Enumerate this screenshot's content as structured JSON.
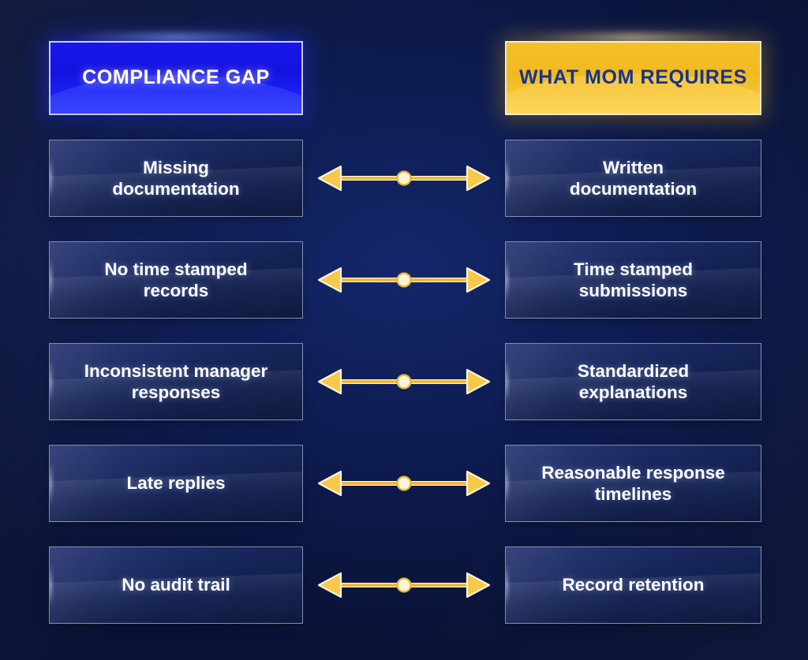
{
  "headers": {
    "left": "COMPLIANCE GAP",
    "right": "WHAT MOM REQUIRES"
  },
  "colors": {
    "background": "#0e1c52",
    "gap_header_bg": "#1412df",
    "requires_header_bg": "#f0b91f",
    "requires_header_text": "#16348f",
    "card_bg": "#162455",
    "card_border": "#cdd7f5",
    "arrow": "#f7c84a",
    "arrow_outline": "#fdf4dd",
    "text": "#ffffff"
  },
  "rows": [
    {
      "gap": "Missing\ndocumentation",
      "requirement": "Written\ndocumentation",
      "connector": "double-arrow-icon"
    },
    {
      "gap": "No time stamped\nrecords",
      "requirement": "Time stamped\nsubmissions",
      "connector": "double-arrow-icon"
    },
    {
      "gap": "Inconsistent manager\nresponses",
      "requirement": "Standardized\nexplanations",
      "connector": "double-arrow-icon"
    },
    {
      "gap": "Late replies",
      "requirement": "Reasonable response\ntimelines",
      "connector": "double-arrow-icon"
    },
    {
      "gap": "No audit trail",
      "requirement": "Record retention",
      "connector": "double-arrow-icon"
    }
  ]
}
